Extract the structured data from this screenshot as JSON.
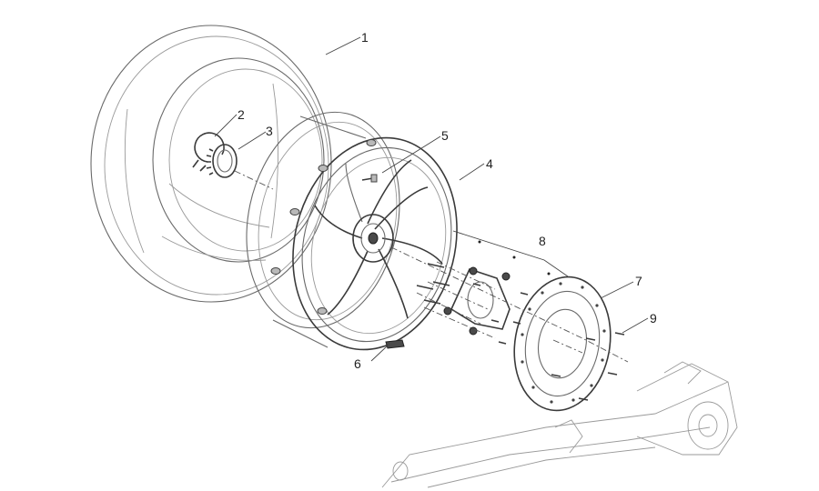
{
  "callouts": [
    {
      "id": "1",
      "part": "tyre"
    },
    {
      "id": "2",
      "part": "circlip"
    },
    {
      "id": "3",
      "part": "ring-nut"
    },
    {
      "id": "4",
      "part": "rim"
    },
    {
      "id": "5",
      "part": "valve"
    },
    {
      "id": "6",
      "part": "balancing-weight"
    },
    {
      "id": "7",
      "part": "brake-disc"
    },
    {
      "id": "8",
      "part": "disc-flange-kit"
    },
    {
      "id": "9",
      "part": "disc-bolt"
    }
  ]
}
